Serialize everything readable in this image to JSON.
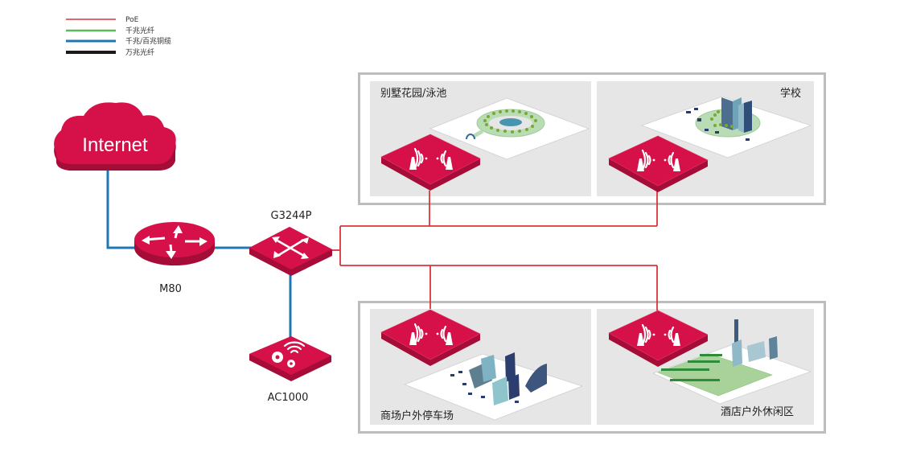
{
  "legend": [
    {
      "label": "PoE",
      "color": "#d9353a",
      "style": "thin"
    },
    {
      "label": "千兆光纤",
      "color": "#5cb85c",
      "style": "medium"
    },
    {
      "label": "千兆/百兆铜缆",
      "color": "#1f78b4",
      "style": "medium"
    },
    {
      "label": "万兆光纤",
      "color": "#1a1a1a",
      "style": "thick"
    }
  ],
  "colors": {
    "device_top": "#d6114a",
    "device_side": "#a50d38",
    "blue_link": "#1f78b4",
    "red_link": "#d9353a",
    "panel_border": "#bdbdbd",
    "panel_fill": "#e6e6e6"
  },
  "devices": {
    "internet": {
      "label": "Internet",
      "icon": "cloud-icon"
    },
    "router": {
      "label": "M80",
      "icon": "router-arrows-icon"
    },
    "switch": {
      "label": "G3244P",
      "icon": "switch-arrows-icon"
    },
    "controller": {
      "label": "AC1000",
      "icon": "gears-wifi-icon"
    }
  },
  "scenes": [
    {
      "label": "别墅花园/泳池",
      "scene": "villa-pool",
      "ap_icon": "access-point-icon"
    },
    {
      "label": "学校",
      "scene": "school",
      "ap_icon": "access-point-icon"
    },
    {
      "label": "商场户外停车场",
      "scene": "mall-parking",
      "ap_icon": "access-point-icon"
    },
    {
      "label": "酒店户外休闲区",
      "scene": "hotel-leisure",
      "ap_icon": "access-point-icon"
    }
  ]
}
